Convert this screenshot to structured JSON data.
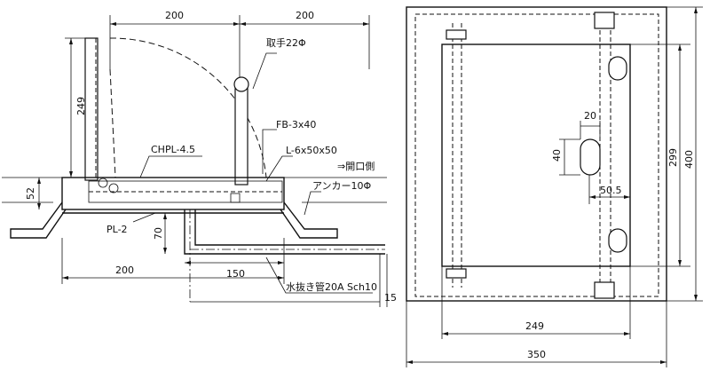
{
  "section_view": {
    "dim_top_left": "200",
    "dim_top_right": "200",
    "dim_height": "249",
    "dim_52": "52",
    "dim_70": "70",
    "dim_bottom_200": "200",
    "dim_bottom_150": "150",
    "dim_15": "15",
    "label_handle": "取手22Φ",
    "label_fb": "FB-3x40",
    "label_chpl": "CHPL-4.5",
    "label_angle": "L-6x50x50",
    "label_open": "⇒開口側",
    "label_anchor": "アンカー10Φ",
    "label_pl": "PL-2",
    "label_drain": "水抜き管20A Sch10"
  },
  "plan_view": {
    "dim_20": "20",
    "dim_40": "40",
    "dim_50_5": "50.5",
    "dim_299": "299",
    "dim_400": "400",
    "dim_249": "249",
    "dim_350": "350"
  }
}
